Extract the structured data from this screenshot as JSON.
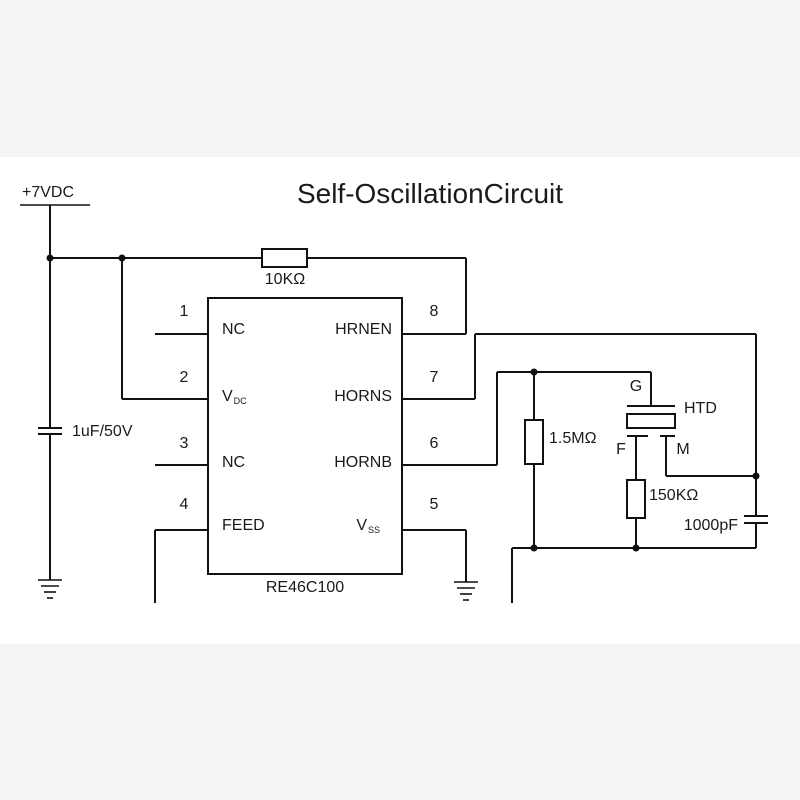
{
  "title": "Self-OscillationCircuit",
  "supply_label": "+7VDC",
  "capacitor_label": "1uF/50V",
  "feedback_resistor_label": "10KΩ",
  "chip_name": "RE46C100",
  "pins": [
    {
      "number": "1",
      "name": "NC"
    },
    {
      "number": "2",
      "name": "V",
      "sub": "DC"
    },
    {
      "number": "3",
      "name": "NC"
    },
    {
      "number": "4",
      "name": "FEED"
    },
    {
      "number": "8",
      "name": "HRNEN"
    },
    {
      "number": "7",
      "name": "HORNS"
    },
    {
      "number": "6",
      "name": "HORNB"
    },
    {
      "number": "5",
      "name": "V",
      "sub": "SS"
    }
  ],
  "r_1_5m_label": "1.5MΩ",
  "r_150k_label": "150KΩ",
  "c_1000p_label": "1000pF",
  "htd_label": "HTD",
  "htd_terminals": {
    "g": "G",
    "f": "F",
    "m": "M"
  }
}
